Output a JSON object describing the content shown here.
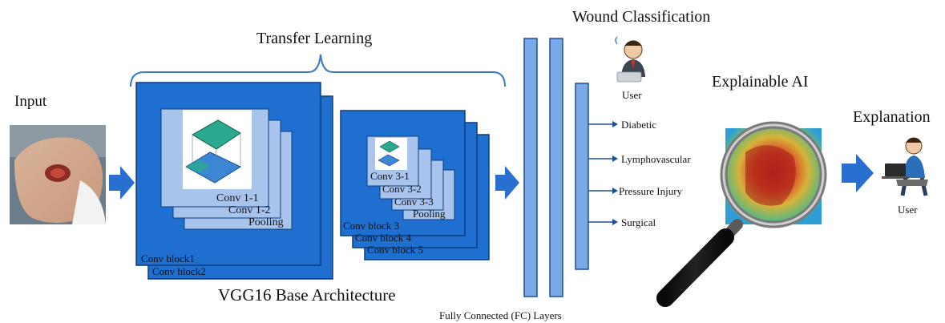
{
  "labels": {
    "input": "Input",
    "transfer_learning": "Transfer Learning",
    "vgg16": "VGG16 Base Architecture",
    "wound_classification": "Wound Classification",
    "explainable_ai": "Explainable AI",
    "explanation": "Explanation",
    "fc_layers": "Fully Connected (FC) Layers",
    "user_top": "User",
    "user_right": "User"
  },
  "block_front": {
    "conv1": "Conv 1-1",
    "conv2": "Conv 1-2",
    "pool": "Pooling",
    "block1": "Conv block1",
    "block2": "Conv block2"
  },
  "block_back": {
    "conv1": "Conv 3-1",
    "conv2": "Conv 3-2",
    "conv3": "Conv 3-3",
    "pool": "Pooling",
    "block3": "Conv block 3",
    "block4": "Conv block 4",
    "block5": "Conv block 5"
  },
  "classes": [
    "Diabetic",
    "Lymphovascular",
    "Pressure Injury",
    "Surgical"
  ],
  "colors": {
    "block_blue": "#1f6fd1",
    "block_edge": "#0d3c7a",
    "fc_fill": "#78a8e6",
    "fc_edge": "#1d4f9a",
    "arrow_blue": "#2a6fd0",
    "inner_square": "#a9c4ec",
    "bracket": "#3a78c8"
  },
  "icons": [
    "foot-wound-photo",
    "feature-map-icon",
    "worried-user-icon",
    "magnifier-icon",
    "heatmap-photo",
    "laptop-user-icon"
  ]
}
